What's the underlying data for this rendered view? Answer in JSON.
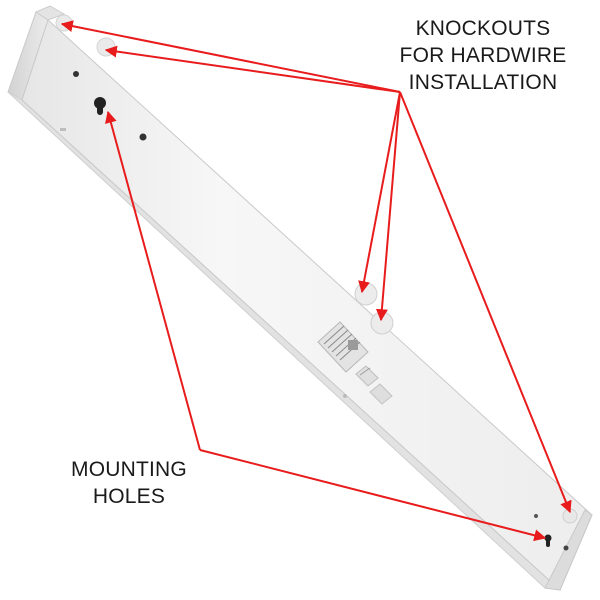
{
  "labels": {
    "knockouts": [
      "KNOCKOUTS",
      "FOR HARDWIRE",
      "INSTALLATION"
    ],
    "mounting": [
      "MOUNTING",
      "HOLES"
    ]
  },
  "colors": {
    "arrow": "#e81c1c",
    "fixture_body": "#f4f4f4",
    "fixture_edge": "#c9c9c9",
    "label_text": "#1a1a1a"
  }
}
